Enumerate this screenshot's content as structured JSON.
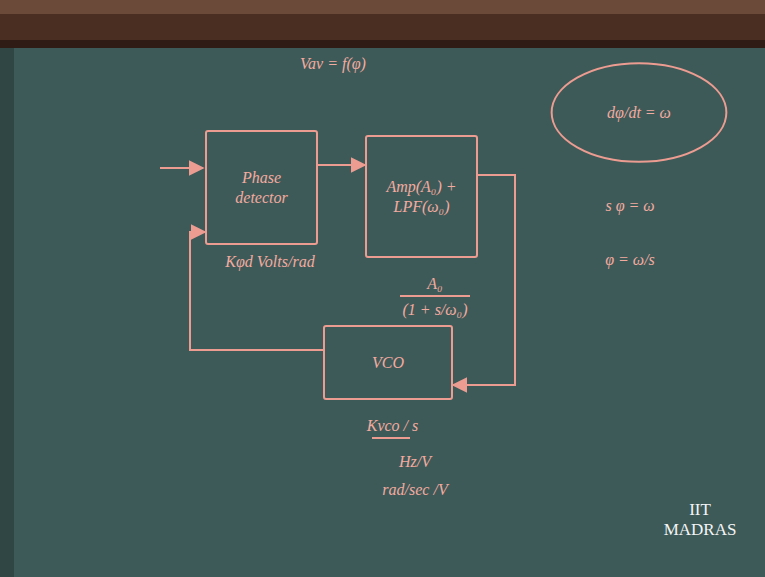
{
  "diagram": {
    "nodes": [
      {
        "text": [
          "Phase detector"
        ]
      },
      {
        "text": [
          "Amp(A₀) + LPF(ω₀)"
        ]
      },
      {
        "text": [
          "dφ/dt = ω"
        ]
      },
      {
        "text": [
          "VCO"
        ]
      }
    ],
    "edges": [
      {
        "from": 0,
        "to": 1,
        "arrow": "to"
      },
      {
        "from": 1,
        "to": 3,
        "arrow": "to"
      },
      {
        "from": 3,
        "to": 0,
        "arrow": "to"
      }
    ],
    "labels": [
      "Vav = f(φ)",
      "Kφd Volts/rad",
      "A₀",
      "(1 + s/ω₀)",
      "Kvco / s",
      "Hz/V",
      "rad/sec /V",
      "s φ = ω",
      "φ = ω/s",
      "IIT MADRAS"
    ]
  }
}
